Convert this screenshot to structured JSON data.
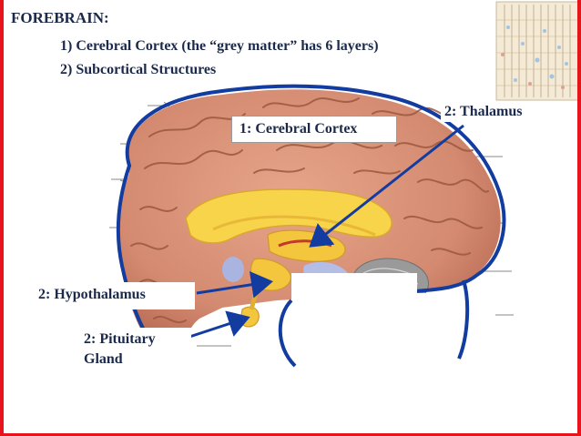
{
  "slide": {
    "heading": "FOREBRAIN:",
    "items": [
      "1) Cerebral Cortex (the “grey matter” has 6 layers)",
      "2) Subcortical Structures"
    ]
  },
  "labels": {
    "cerebral_cortex": "1: Cerebral Cortex",
    "thalamus": "2: Thalamus",
    "hypothalamus": "2: Hypothalamus",
    "pituitary_line1": "2: Pituitary",
    "pituitary_line2": "Gland"
  },
  "colors": {
    "frame_red": "#e8141c",
    "outline_blue": "#123ca0",
    "text_navy": "#1b2a4a",
    "cortex_pink": "#d98f74",
    "subcortical_yellow": "#f7d44a"
  },
  "icons": {
    "thumbnail": "cortical-layers-thumbnail",
    "thalamus_arrow": "arrow-icon",
    "hypothalamus_arrow": "arrow-icon",
    "pituitary_arrow": "arrow-icon"
  }
}
